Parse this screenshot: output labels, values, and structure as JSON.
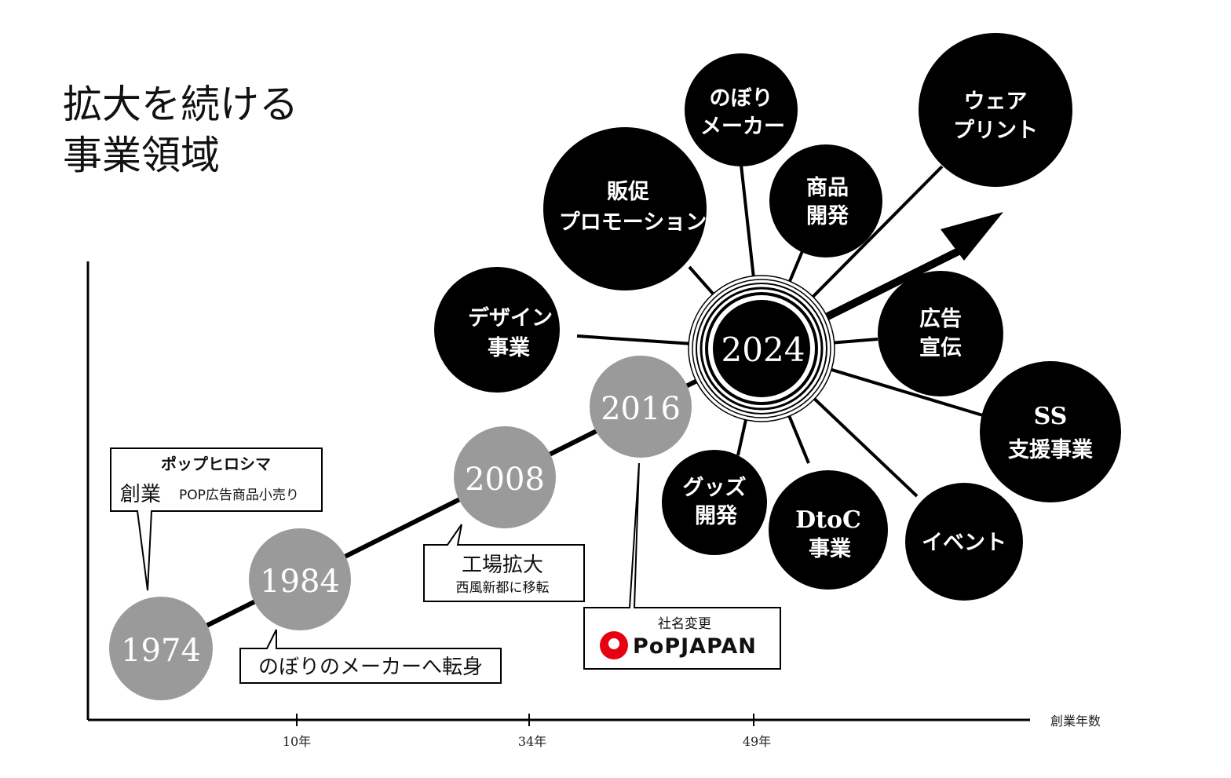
{
  "title": {
    "line1": "拡大を続ける",
    "line2": "事業領域"
  },
  "axis": {
    "x_label": "創業年数",
    "ticks": [
      "10年",
      "34年",
      "49年"
    ]
  },
  "timeline": [
    {
      "year": "1974"
    },
    {
      "year": "1984"
    },
    {
      "year": "2008"
    },
    {
      "year": "2016"
    }
  ],
  "center": {
    "year": "2024"
  },
  "callouts": {
    "founding": {
      "logo": "ポップヒロシマ",
      "main": "創業",
      "sub": "POP広告商品小売り"
    },
    "banner": {
      "text": "のぼりのメーカーへ転身"
    },
    "factory": {
      "main": "工場拡大",
      "sub": "西風新都に移転"
    },
    "rename": {
      "label": "社名変更",
      "logo": "PoPJAPAN"
    }
  },
  "businesses": [
    {
      "id": "design",
      "lines": [
        "デザイン",
        "事業"
      ]
    },
    {
      "id": "promotion",
      "lines": [
        "販促",
        "プロモーション"
      ]
    },
    {
      "id": "nobori",
      "lines": [
        "のぼり",
        "メーカー"
      ]
    },
    {
      "id": "product",
      "lines": [
        "商品",
        "開発"
      ]
    },
    {
      "id": "wear",
      "lines": [
        "ウェア",
        "プリント"
      ]
    },
    {
      "id": "advertising",
      "lines": [
        "広告",
        "宣伝"
      ]
    },
    {
      "id": "ss",
      "lines": [
        "SS",
        "支援事業"
      ]
    },
    {
      "id": "event",
      "lines": [
        "イベント"
      ]
    },
    {
      "id": "dtoc",
      "lines": [
        "DtoC",
        "事業"
      ]
    },
    {
      "id": "goods",
      "lines": [
        "グッズ",
        "開発"
      ]
    }
  ],
  "colors": {
    "bubble": "#000000",
    "past": "#9a9a9a",
    "line": "#000000"
  }
}
